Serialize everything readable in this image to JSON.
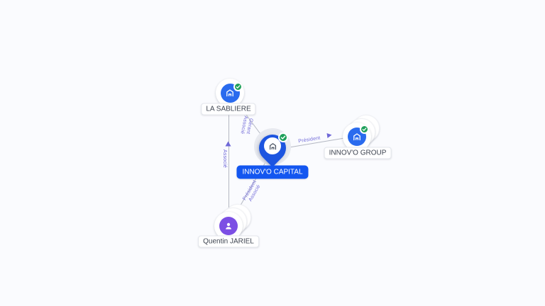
{
  "app": {
    "view": "company-network-graph",
    "background": "#fafbfe"
  },
  "graph": {
    "nodes": [
      {
        "id": "la-sabliere",
        "label": "LA SABLIERE",
        "type": "company",
        "icon": "building-icon",
        "verified": true,
        "selected": false
      },
      {
        "id": "innovo-capital",
        "label": "INNOV'O CAPITAL",
        "type": "company",
        "icon": "building-icon",
        "verified": true,
        "selected": true
      },
      {
        "id": "innovo-group",
        "label": "INNOV'O GROUP",
        "type": "company",
        "icon": "building-icon",
        "verified": true,
        "selected": false
      },
      {
        "id": "quentin-jariel",
        "label": "Quentin JARIEL",
        "type": "person",
        "icon": "person-icon",
        "verified": false,
        "selected": false
      }
    ],
    "edges": [
      {
        "from": "innovo-capital",
        "to": "la-sabliere",
        "labels": [
          "Gérant",
          "Associé"
        ],
        "arrow": false
      },
      {
        "from": "innovo-capital",
        "to": "innovo-group",
        "labels": [
          "Président"
        ],
        "arrow": true
      },
      {
        "from": "quentin-jariel",
        "to": "innovo-capital",
        "labels": [
          "Président",
          "Associé"
        ],
        "arrow": false
      },
      {
        "from": "quentin-jariel",
        "to": "la-sabliere",
        "labels": [
          "Associé"
        ],
        "arrow": true
      }
    ]
  },
  "colors": {
    "edge_line": "#b4b8c2",
    "edge_label": "#6f68d8",
    "arrow": "#6f68d8",
    "company_disc": "#2a6bee",
    "person_disc": "#7c4fe4",
    "selected_pin": "#1d55e0",
    "selected_label_bg": "#1356f0",
    "verified_badge": "#1fa05b",
    "node_card_bg": "#ffffff"
  }
}
